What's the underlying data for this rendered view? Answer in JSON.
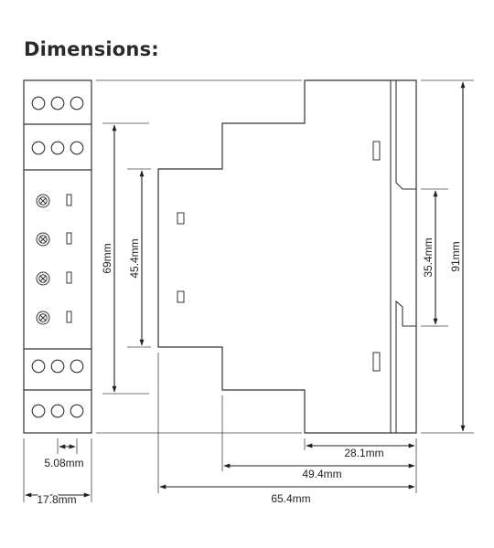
{
  "heading": "Dimensions:",
  "dimensions": {
    "width_front": "17.8mm",
    "terminal_pitch": "5.08mm",
    "height_69": "69mm",
    "height_454": "45.4mm",
    "height_91": "91mm",
    "rail_354": "35.4mm",
    "depth_281": "28.1mm",
    "depth_494": "49.4mm",
    "depth_654": "65.4mm"
  }
}
